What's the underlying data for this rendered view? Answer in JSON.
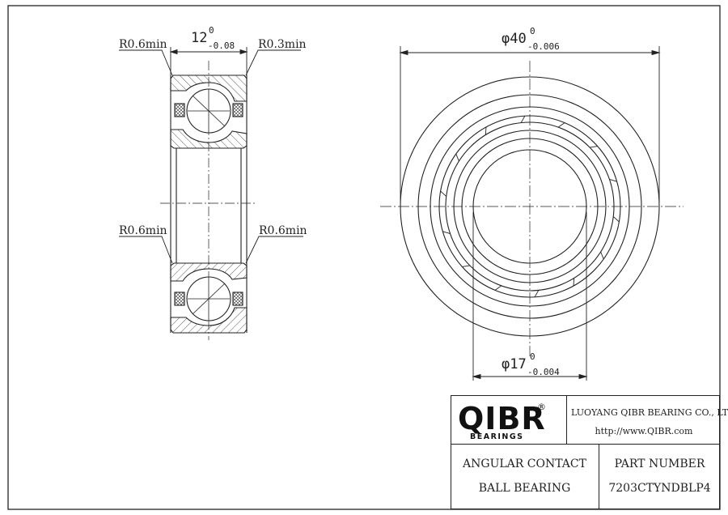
{
  "dimensions": {
    "width_nominal": "12",
    "width_upper": "0",
    "width_lower": "-0.08",
    "od_nominal": "φ40",
    "od_upper": "0",
    "od_lower": "-0.006",
    "bore_nominal": "φ17",
    "bore_upper": "0",
    "bore_lower": "-0.004"
  },
  "radii": {
    "top_left": "R0.6min",
    "top_right": "R0.3min",
    "bottom_left": "R0.6min",
    "bottom_right": "R0.6min"
  },
  "title_block": {
    "logo": "QIBR",
    "logo_registered": "®",
    "logo_sub": "BEARINGS",
    "company": "LUOYANG QIBR BEARING CO., LTD",
    "website": "http://www.QIBR.com",
    "description_line1": "ANGULAR CONTACT",
    "description_line2": "BALL BEARING",
    "part_number_label": "PART NUMBER",
    "part_number": "7203CTYNDBLP4"
  },
  "colors": {
    "line": "#222222",
    "background": "#ffffff"
  }
}
